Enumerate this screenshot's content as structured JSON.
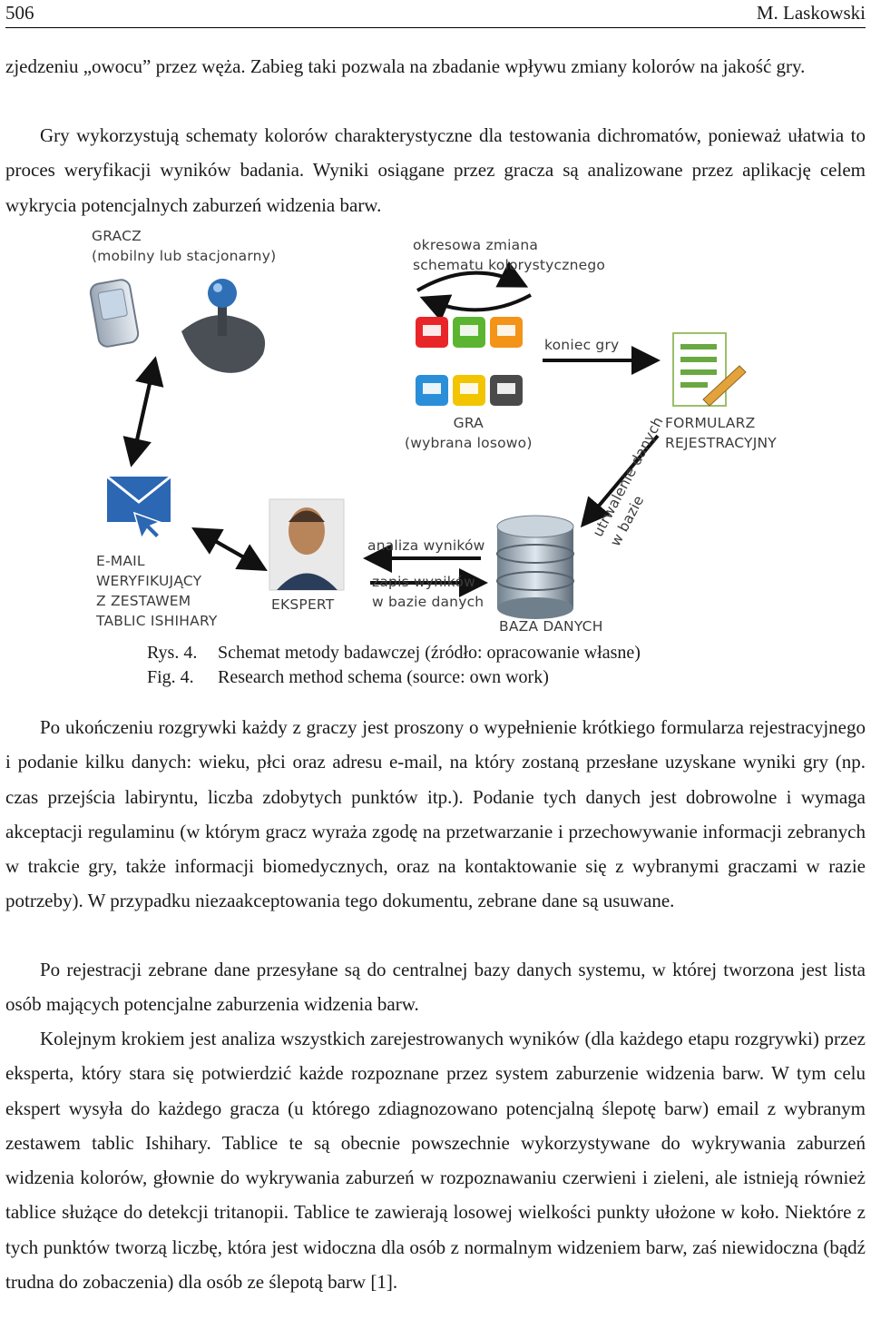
{
  "header": {
    "page_number": "506",
    "author": "M. Laskowski"
  },
  "paragraphs_top": [
    {
      "text": "zjedzeniu „owocu” przez węża. Zabieg taki pozwala na zbadanie wpływu zmiany kolorów na jakość gry."
    },
    {
      "text": "Gry wykorzystują schematy kolorów charakterystyczne dla testowania dichromatów, ponieważ ułatwia to proces weryfikacji wyników badania. Wyniki osiągane przez gracza są analizowane przez aplikację celem wykrycia potencjalnych zaburzeń widzenia barw."
    }
  ],
  "figure": {
    "player_label": "GRACZ\n(mobilny lub stacjonarny)",
    "change_label": "okresowa zmiana\nschematu kolorystycznego",
    "end_label": "koniec gry",
    "game_label": "GRA\n(wybrana losowo)",
    "form_label": "FORMULARZ\nREJESTRACYJNY",
    "store_label": "utrwalenie danych\nw bazie",
    "email_label": "E-MAIL\nWERYFIKUJĄCY\nZ ZESTAWEM\nTABLIC ISHIHARY",
    "expert_label": "EKSPERT",
    "analysis_label": "analiza wyników",
    "save_label": "zapis wyników\nw bazie danych",
    "db_label": "BAZA DANYCH",
    "game_icon_colors": [
      "#e8262a",
      "#5cb531",
      "#f39318",
      "#2a8fd8",
      "#f2c500",
      "#4a4a4a"
    ]
  },
  "caption": {
    "pl_num": "Rys. 4.",
    "pl_text": "Schemat metody badawczej (źródło: opracowanie własne)",
    "en_num": "Fig. 4.",
    "en_text": "Research method schema (source: own work)"
  },
  "paragraphs_bottom": [
    {
      "text": "Po ukończeniu rozgrywki każdy z graczy jest proszony o wypełnienie krótkiego formularza rejestracyjnego i podanie kilku danych: wieku, płci oraz adresu e-mail, na który zostaną przesłane uzyskane wyniki gry (np. czas przejścia labiryntu, liczba zdobytych punktów itp.). Podanie tych danych jest dobrowolne i wymaga akceptacji regulaminu (w którym gracz wyraża zgodę na przetwarzanie i przechowywanie informacji zebranych w trakcie gry, także informacji biomedycznych, oraz na kontaktowanie się z wybranymi graczami w razie potrzeby). W przypadku niezaakceptowania tego dokumentu, zebrane dane są usuwane."
    },
    {
      "text": "Po rejestracji zebrane dane przesyłane są do centralnej bazy danych systemu, w której tworzona jest lista osób mających potencjalne zaburzenia widzenia barw."
    },
    {
      "text": "Kolejnym krokiem jest analiza wszystkich zarejestrowanych wyników (dla każdego etapu rozgrywki) przez eksperta, który stara się potwierdzić każde rozpoznane przez system zaburzenie widzenia barw. W tym celu ekspert wysyła do każdego gracza (u którego zdiagnozowano potencjalną ślepotę barw) email z wybranym zestawem tablic Ishihary. Tablice te są obecnie powszechnie wykorzystywane do wykrywania zaburzeń widzenia kolorów, głownie do wykrywania zaburzeń w rozpoznawaniu czerwieni i zieleni, ale istnieją również tablice służące do detekcji tritanopii. Tablice te zawierają losowej wielkości punkty ułożone w koło. Niektóre z tych punktów tworzą liczbę, która jest widoczna dla osób z normalnym widzeniem barw, zaś niewidoczna (bądź trudna do zobaczenia) dla osób ze ślepotą barw [1]."
    }
  ]
}
